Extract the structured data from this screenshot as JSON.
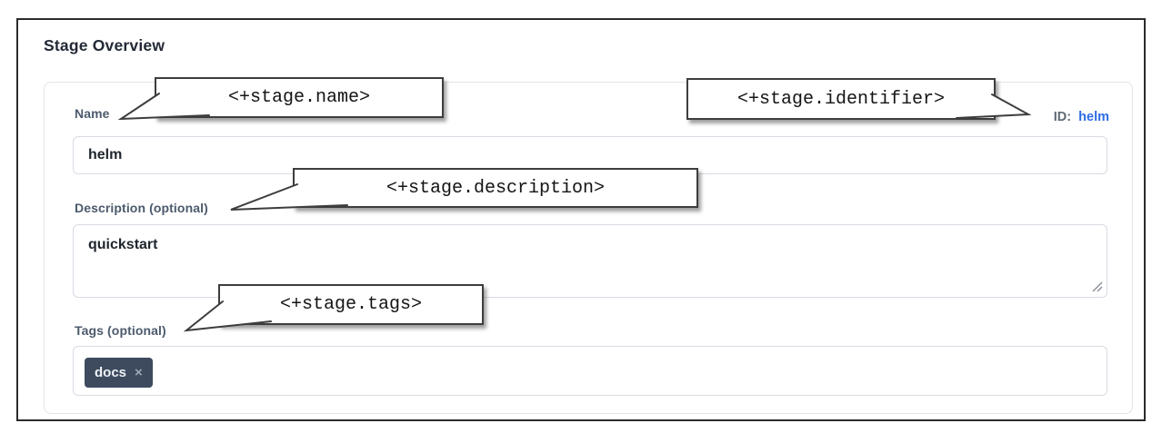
{
  "title": "Stage Overview",
  "form": {
    "name": {
      "label": "Name",
      "value": "helm"
    },
    "identifier": {
      "id_label": "ID:",
      "id_value": "helm"
    },
    "description": {
      "label": "Description (optional)",
      "value": "quickstart"
    },
    "tags": {
      "label": "Tags (optional)",
      "chips": [
        {
          "label": "docs",
          "remove_icon": "×"
        }
      ]
    }
  },
  "callouts": {
    "name": "<+stage.name>",
    "identifier": "<+stage.identifier>",
    "description": "<+stage.description>",
    "tags": "<+stage.tags>"
  },
  "colors": {
    "id_value_blue": "#2d6ce5",
    "tag_chip_bg": "#3e4b5e",
    "label_slate": "#4c5a6d",
    "frame_border": "#2b2b2b",
    "callout_border": "#3d3d3d"
  }
}
